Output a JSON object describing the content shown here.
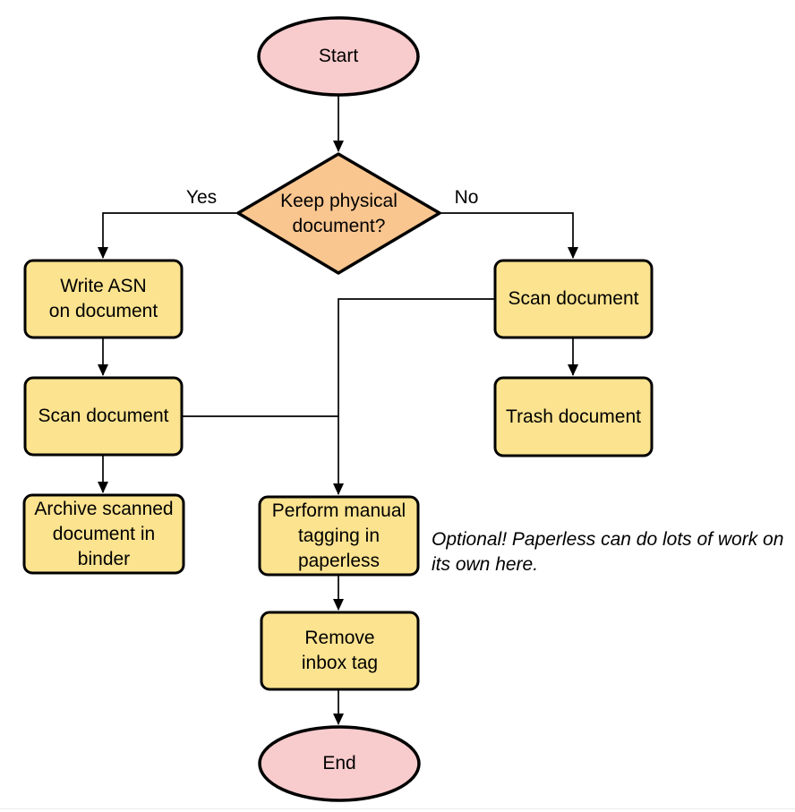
{
  "diagram": {
    "nodes": {
      "start": "Start",
      "decision": "Keep physical\ndocument?",
      "write_asn": "Write ASN\non document",
      "scan_left": "Scan document",
      "archive": "Archive scanned\ndocument in\nbinder",
      "scan_right": "Scan document",
      "trash": "Trash document",
      "tagging": "Perform manual\ntagging in\npaperless",
      "remove_inbox": "Remove\ninbox tag",
      "end": "End"
    },
    "edge_labels": {
      "yes": "Yes",
      "no": "No"
    },
    "note": "Optional! Paperless can do lots of work on\nits own here.",
    "colors": {
      "terminator_fill": "#F8CBCC",
      "decision_fill": "#F9C690",
      "process_fill": "#FCE38F",
      "stroke": "#000000"
    }
  }
}
